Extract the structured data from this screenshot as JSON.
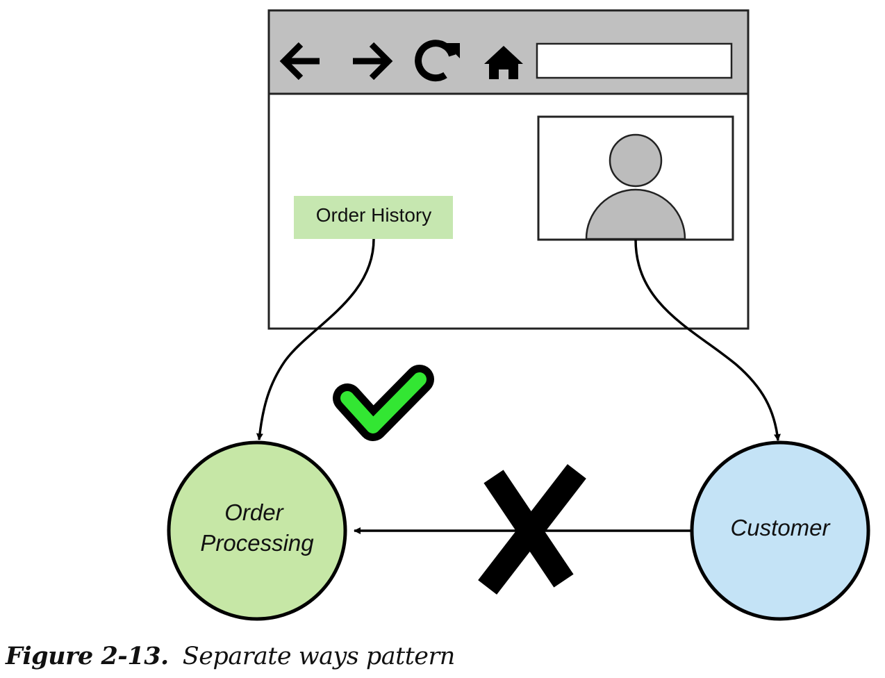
{
  "diagram": {
    "browser": {
      "toolbar_icons": [
        "back-arrow-icon",
        "forward-arrow-icon",
        "refresh-icon",
        "home-icon"
      ],
      "order_history_label": "Order History",
      "profile_icon": "user-avatar-icon"
    },
    "nodes": {
      "order_processing": {
        "line1": "Order",
        "line2": "Processing"
      },
      "customer": {
        "label": "Customer"
      }
    },
    "marks": {
      "allowed": "checkmark-icon",
      "forbidden": "cross-x-icon"
    },
    "colors": {
      "toolbar": "#c0c0c0",
      "order_history_box": "#c6e7b0",
      "order_processing_fill": "#c6e7a6",
      "customer_fill": "#c4e3f6",
      "check_green": "#33e633",
      "avatar_gray": "#bcbcbc"
    }
  },
  "caption": {
    "label": "Figure 2-13.",
    "title": "Separate ways pattern"
  }
}
